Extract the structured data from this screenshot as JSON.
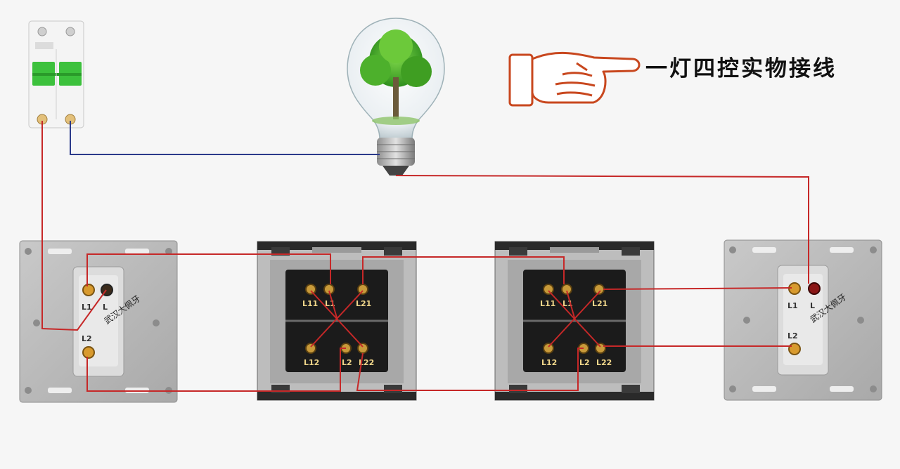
{
  "title": "一灯四控实物接线",
  "colors": {
    "live_wire": "#c62828",
    "neutral_wire": "#2b3a8a",
    "breaker_green": "#3cc13c",
    "plate_grey": "#b9b9b9",
    "switch_dark": "#1b1b1b"
  },
  "icons": [
    "pointing-hand-icon",
    "light-bulb-icon",
    "circuit-breaker-icon"
  ],
  "left_switch": {
    "terminals": {
      "t1": "L1",
      "t2": "L",
      "t3": "L2"
    },
    "inscription": "武汉大佩牙"
  },
  "mid_switch_1": {
    "terminals": {
      "t1": "L11",
      "t2": "L1",
      "t3": "L21",
      "t4": "L12",
      "t5": "L2",
      "t6": "L22"
    }
  },
  "mid_switch_2": {
    "terminals": {
      "t1": "L11",
      "t2": "L1",
      "t3": "L21",
      "t4": "L12",
      "t5": "L2",
      "t6": "L22"
    }
  },
  "right_switch": {
    "terminals": {
      "t1": "L1",
      "t2": "L",
      "t3": "L2"
    },
    "inscription": "武汉大佩牙"
  }
}
